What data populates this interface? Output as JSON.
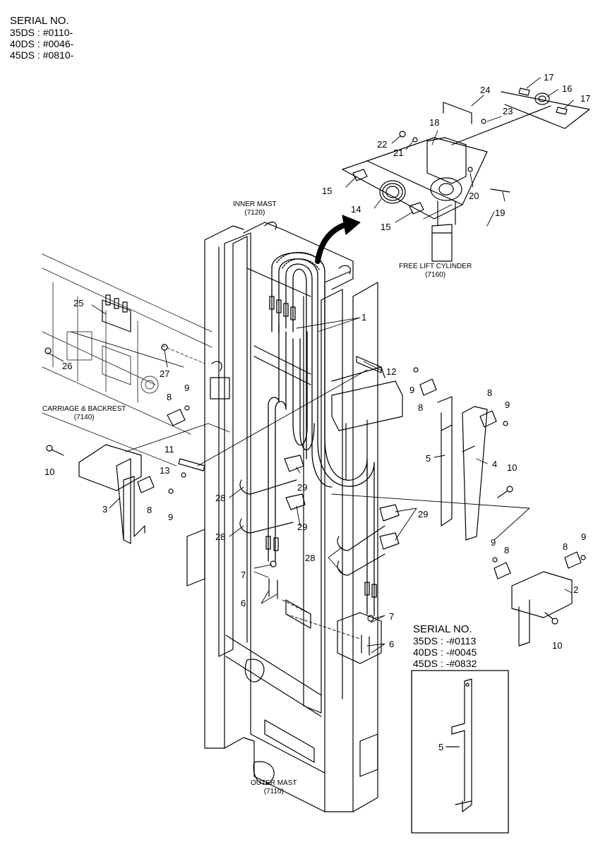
{
  "header": {
    "title": "SERIAL NO.",
    "lines": [
      "35DS : #0110-",
      "40DS : #0046-",
      "45DS : #0810-"
    ]
  },
  "inset": {
    "title": "SERIAL NO.",
    "lines": [
      "35DS : -#0113",
      "40DS : -#0045",
      "45DS : -#0832"
    ],
    "part": "5"
  },
  "assemblies": {
    "inner_mast": [
      "INNER MAST",
      "(7120)"
    ],
    "free_lift_cylinder": [
      "FREE LIFT CYLINDER",
      "(7160)"
    ],
    "carriage_backrest": [
      "CARRIAGE & BACKREST",
      "(7140)"
    ],
    "outer_mast": [
      "OUTER MAST",
      "(7110)"
    ]
  },
  "parts": {
    "p1": "1",
    "p2": "2",
    "p3": "3",
    "p4": "4",
    "p5": "5",
    "p6a": "6",
    "p6b": "6",
    "p7a": "7",
    "p7b": "7",
    "p8a": "8",
    "p8b": "8",
    "p8c": "8",
    "p8d": "8",
    "p8e": "8",
    "p8f": "8",
    "p9a": "9",
    "p9b": "9",
    "p9c": "9",
    "p9d": "9",
    "p9e": "9",
    "p9f": "9",
    "p10a": "10",
    "p10b": "10",
    "p10c": "10",
    "p11": "11",
    "p12": "12",
    "p13": "13",
    "p14": "14",
    "p15a": "15",
    "p15b": "15",
    "p16": "16",
    "p17a": "17",
    "p17b": "17",
    "p18": "18",
    "p19": "19",
    "p20": "20",
    "p21": "21",
    "p22": "22",
    "p23": "23",
    "p24": "24",
    "p25": "25",
    "p26": "26",
    "p27": "27",
    "p28a": "28",
    "p28b": "28",
    "p28c": "28",
    "p29a": "29",
    "p29b": "29",
    "p29c": "29"
  }
}
